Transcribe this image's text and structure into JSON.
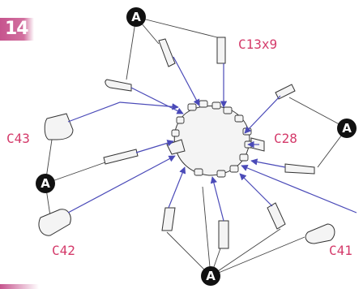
{
  "step": {
    "number": "14"
  },
  "marker": {
    "letter": "A"
  },
  "labels": {
    "c13x9": "C13x9",
    "c28": "C28",
    "c43": "C43",
    "c42": "C42",
    "c41": "C41"
  },
  "colors": {
    "accent": "#c6548e",
    "label": "#d43a6a",
    "arrow": "#4a4ab8",
    "marker": "#111111"
  }
}
